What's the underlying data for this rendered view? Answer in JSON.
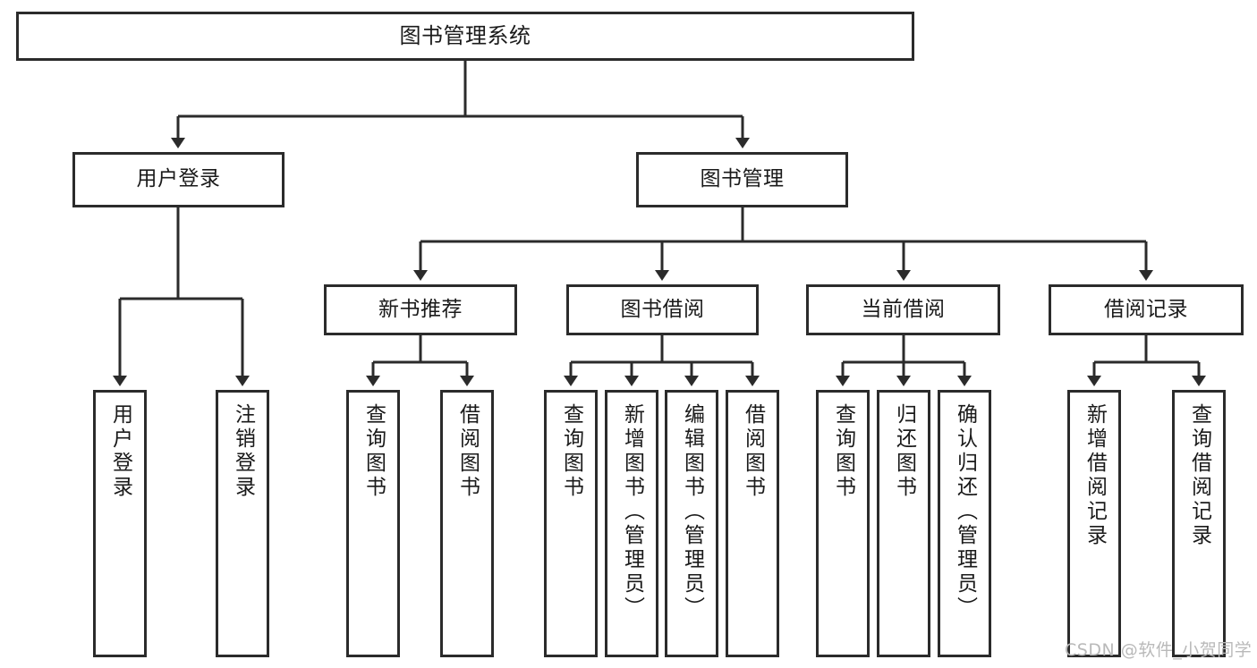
{
  "diagram": {
    "title": "图书管理系统",
    "type": "tree",
    "colors": {
      "box_border": "#2b2b2b",
      "box_fill": "#ffffff",
      "line": "#2b2b2b",
      "text": "#1a1a1a",
      "watermark": "#b9b9b9"
    },
    "root": {
      "label": "图书管理系统"
    },
    "level2": [
      {
        "label": "用户登录"
      },
      {
        "label": "图书管理"
      }
    ],
    "level3": [
      {
        "label": "新书推荐"
      },
      {
        "label": "图书借阅"
      },
      {
        "label": "当前借阅"
      },
      {
        "label": "借阅记录"
      }
    ],
    "leaves": {
      "user_login": [
        {
          "label": "用户登录"
        },
        {
          "label": "注销登录"
        }
      ],
      "new_book_recommend": [
        {
          "label": "查询图书"
        },
        {
          "label": "借阅图书"
        }
      ],
      "book_borrow": [
        {
          "label": "查询图书"
        },
        {
          "label": "新增图书（管理员）"
        },
        {
          "label": "编辑图书（管理员）"
        },
        {
          "label": "借阅图书"
        }
      ],
      "current_borrow": [
        {
          "label": "查询图书"
        },
        {
          "label": "归还图书"
        },
        {
          "label": "确认归还（管理员）"
        }
      ],
      "borrow_record": [
        {
          "label": "新增借阅记录"
        },
        {
          "label": "查询借阅记录"
        }
      ]
    }
  },
  "watermark": {
    "text": "CSDN @软件_小贺同学"
  }
}
